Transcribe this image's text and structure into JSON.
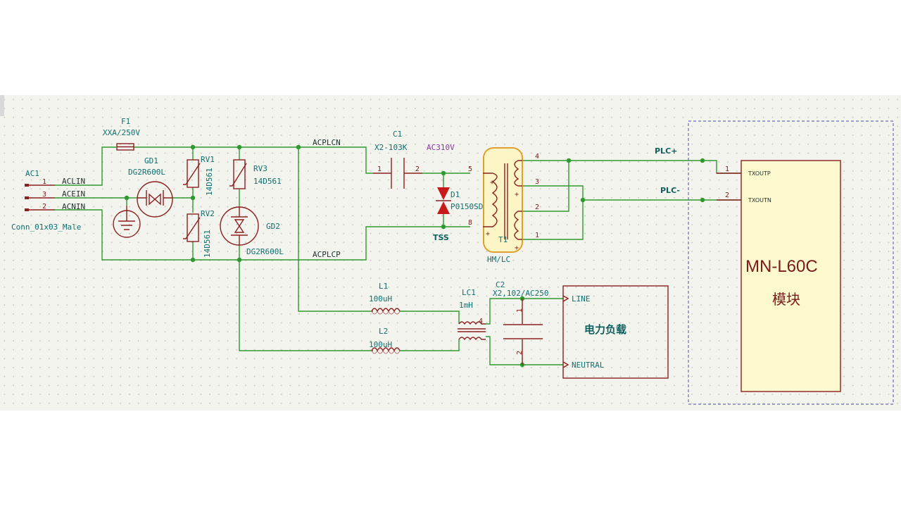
{
  "connector": {
    "ref": "AC1",
    "name": "Conn_01x03_Male",
    "pins": [
      "1",
      "3",
      "2"
    ],
    "nets": [
      "ACLIN",
      "ACEIN",
      "ACNIN"
    ]
  },
  "fuse": {
    "ref": "F1",
    "value": "XXA/250V"
  },
  "gd1": {
    "ref": "GD1",
    "value": "DG2R600L"
  },
  "gd2": {
    "ref": "GD2",
    "value": "DG2R600L"
  },
  "rv1": {
    "ref": "RV1",
    "value": "14D561"
  },
  "rv2": {
    "ref": "RV2",
    "value": "14D561"
  },
  "rv3": {
    "ref": "RV3",
    "value": "14D561"
  },
  "nets": {
    "acplcn": "ACPLCN",
    "acplcp": "ACPLCP",
    "plc_plus": "PLC+",
    "plc_minus": "PLC-"
  },
  "c1": {
    "ref": "C1",
    "value": "X2-103K",
    "note": "AC310V",
    "pin1": "1",
    "pin2": "2"
  },
  "d1": {
    "ref": "D1",
    "value": "P0150SD",
    "type": "TSS"
  },
  "t1": {
    "ref": "T1",
    "value": "HM/LC",
    "pins": [
      "5",
      "8",
      "4",
      "3",
      "2",
      "1"
    ]
  },
  "l1": {
    "ref": "L1",
    "value": "100uH"
  },
  "l2": {
    "ref": "L2",
    "value": "100uH"
  },
  "lc1": {
    "ref": "LC1",
    "value": "1mH",
    "pin": "4"
  },
  "c2": {
    "ref": "C2",
    "value": "X2,102/AC250",
    "pin1": "1",
    "pin2": "2"
  },
  "load": {
    "title": "电力负载",
    "line": "LINE",
    "neutral": "NEUTRAL"
  },
  "module": {
    "name": "MN-L60C",
    "sub": "模块",
    "pin1": "TXOUTP",
    "pin2": "TXOUTN",
    "pin1_no": "1",
    "pin2_no": "2"
  }
}
